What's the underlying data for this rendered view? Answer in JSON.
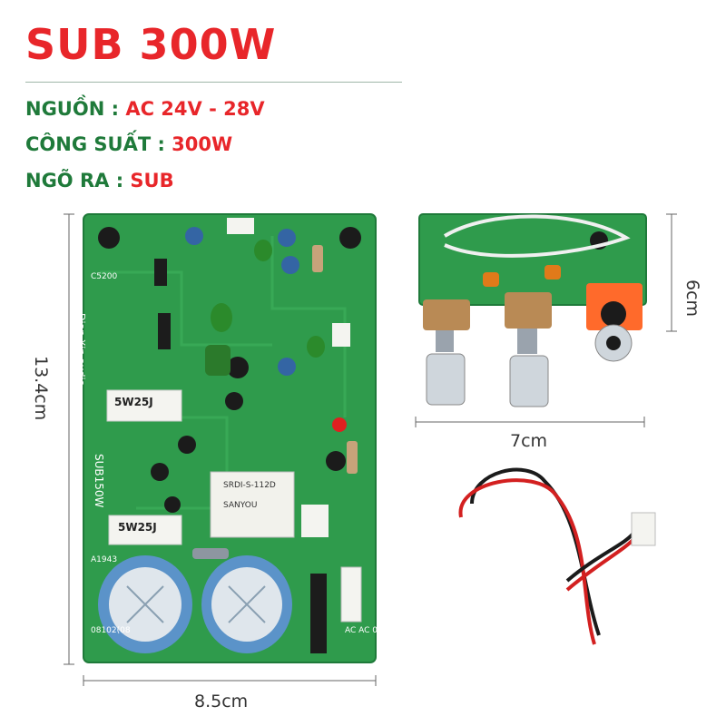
{
  "title": "SUB 300W",
  "specs": [
    {
      "label": "NGUỒN : ",
      "value": "AC 24V - 28V"
    },
    {
      "label": "CÔNG SUẤT : ",
      "value": "300W"
    },
    {
      "label": "NGÕ RA : ",
      "value": "SUB"
    }
  ],
  "dimensions": {
    "main_height": "13.4cm",
    "main_width": "8.5cm",
    "small_height": "6cm",
    "small_width": "7cm"
  },
  "board_text": {
    "brand": "Dian Xin audio",
    "model": "SUB150W",
    "cap": "C5200",
    "resistor1": "5W25J",
    "resistor2": "5W25J",
    "relay1": "SRDI-S-112D",
    "relay2": "SANYOU",
    "conn": "AC AC 0",
    "code1": "A1943",
    "code2": "08102(08"
  },
  "colors": {
    "accent": "#e8262a",
    "label": "#1f7a3a",
    "pcb": "#2f9b4c"
  }
}
